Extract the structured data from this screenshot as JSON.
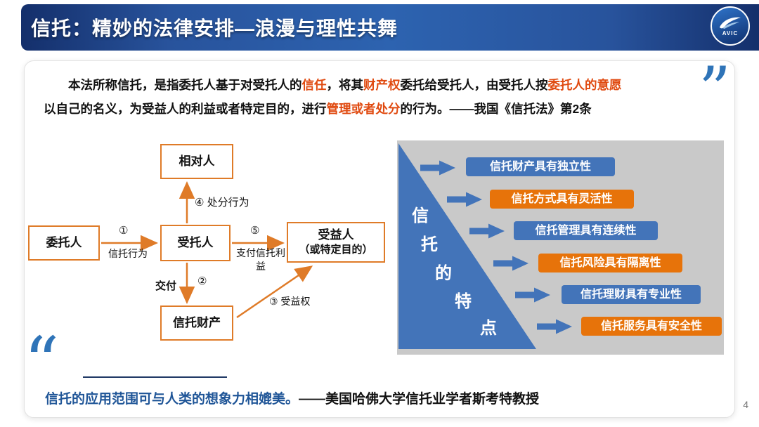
{
  "header": {
    "title": "信托：精妙的法律安排—浪漫与理性共舞",
    "logo_text": "AVIC"
  },
  "quote": {
    "segments": [
      {
        "text": "本法所称信托，是指委托人基于对受托人的",
        "style": "normal"
      },
      {
        "text": "信任",
        "style": "highlight"
      },
      {
        "text": "，将其",
        "style": "normal"
      },
      {
        "text": "财产权",
        "style": "highlight"
      },
      {
        "text": "委托给受托人，由受托人按",
        "style": "normal"
      },
      {
        "text": "委托人的意愿",
        "style": "highlight"
      },
      {
        "text": "以自己的名义，为受益人的利益或者特定目的，进行",
        "style": "normal"
      },
      {
        "text": "管理或者处分",
        "style": "highlight"
      },
      {
        "text": "的行为。——我国《信托法》第2条",
        "style": "normal"
      }
    ]
  },
  "diagram": {
    "nodes": {
      "counterparty": "相对人",
      "settlor": "委托人",
      "trustee": "受托人",
      "beneficiary_line1": "受益人",
      "beneficiary_line2": "（或特定目的）",
      "trust_property": "信托财产"
    },
    "edge_labels": {
      "step1_num": "①",
      "step1_text": "信托行为",
      "step2_num": "②",
      "step2_text": "交付",
      "step3_text": "③ 受益权",
      "step4_text": "④ 处分行为",
      "step5_num": "⑤",
      "step5_text": "支付信托利益"
    }
  },
  "features": {
    "triangle_chars": [
      "信",
      "托",
      "的",
      "特",
      "点"
    ],
    "items": [
      {
        "label": "信托财产具有独立性",
        "color": "blue"
      },
      {
        "label": "信托方式具有灵活性",
        "color": "orange"
      },
      {
        "label": "信托管理具有连续性",
        "color": "blue"
      },
      {
        "label": "信托风险具有隔离性",
        "color": "orange"
      },
      {
        "label": "信托理财具有专业性",
        "color": "blue"
      },
      {
        "label": "信托服务具有安全性",
        "color": "orange"
      }
    ]
  },
  "footer": {
    "quote_highlight": "信托的应用范围可与人类的想象力相媲美。",
    "quote_attribution": "——美国哈佛大学信托业学者斯考特教授"
  },
  "page_number": "4",
  "colors": {
    "accent-blue": "#4374b9",
    "accent-orange": "#e7730a",
    "diagram-orange": "#df7b28",
    "highlight": "#e04a10",
    "quote-blue": "#2f74b8",
    "footer-blue": "#1f5597",
    "panel-gray": "#c9c9c9",
    "navy": "#1f3864"
  }
}
